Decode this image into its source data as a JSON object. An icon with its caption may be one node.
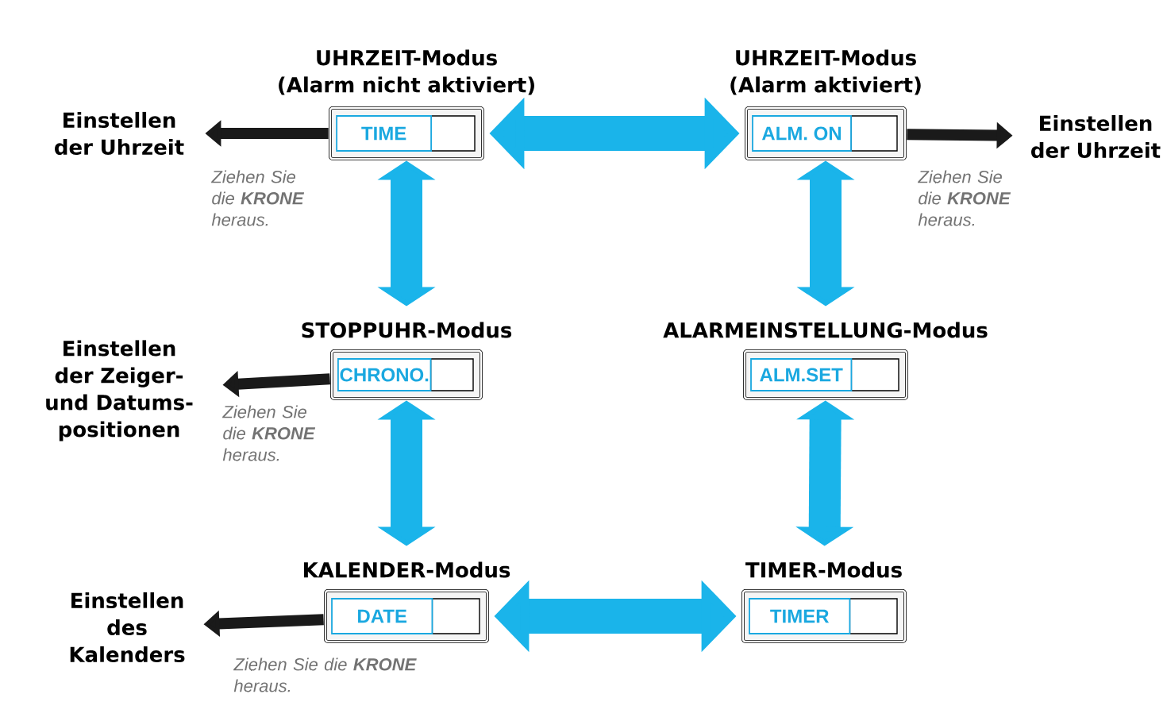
{
  "diagram": {
    "nodes": [
      {
        "text": [
          "Einstellen der Uhrzeit"
        ]
      },
      {
        "text": [
          "UHRZEIT-Modus (Alarm nicht aktiviert)",
          "TIME"
        ],
        "beside": [
          "Ziehen Sie die **KRONE** heraus."
        ]
      },
      {
        "text": [
          "UHRZEIT-Modus (Alarm aktiviert)",
          "ALM. ON"
        ],
        "beside": [
          "Ziehen Sie die **KRONE** heraus."
        ]
      },
      {
        "text": [
          "Einstellen der Uhrzeit"
        ]
      },
      {
        "text": [
          "Einstellen der Zeiger- und Datums- positionen"
        ]
      },
      {
        "text": [
          "STOPPUHR-Modus",
          "CHRONO."
        ],
        "beside": [
          "Ziehen Sie die **KRONE** heraus."
        ]
      },
      {
        "text": [
          "ALARMEINSTELLUNG-Modus",
          "ALM.SET"
        ]
      },
      {
        "text": [
          "Einstellen des Kalenders"
        ]
      },
      {
        "text": [
          "KALENDER-Modus",
          "DATE"
        ],
        "beside": [
          "Ziehen Sie die **KRONE** heraus."
        ]
      },
      {
        "text": [
          "TIMER-Modus",
          "TIMER"
        ]
      }
    ],
    "edges": [
      {
        "from": 1,
        "to": 0,
        "arrow": "to",
        "color": "#1a1a1a"
      },
      {
        "from": 1,
        "to": 2,
        "arrow": "both"
      },
      {
        "from": 2,
        "to": 3,
        "arrow": "to",
        "color": "#1a1a1a"
      },
      {
        "from": 1,
        "to": 5,
        "arrow": "both"
      },
      {
        "from": 2,
        "to": 6,
        "arrow": "both"
      },
      {
        "from": 5,
        "to": 4,
        "arrow": "to",
        "color": "#1a1a1a"
      },
      {
        "from": 5,
        "to": 8,
        "arrow": "both"
      },
      {
        "from": 6,
        "to": 9,
        "arrow": "both"
      },
      {
        "from": 8,
        "to": 7,
        "arrow": "to",
        "color": "#1a1a1a"
      },
      {
        "from": 8,
        "to": 9,
        "arrow": "both"
      }
    ]
  }
}
